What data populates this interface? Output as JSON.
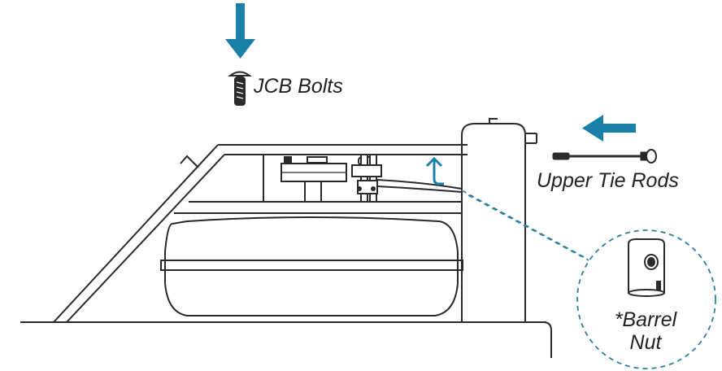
{
  "colors": {
    "accent": "#1a80a8",
    "outline": "#2a2a2a",
    "leader": "#2f7fa0"
  },
  "icons": [
    "down-arrow-icon",
    "left-arrow-icon",
    "up-arrow-icon",
    "bolt-icon",
    "tie-rod-icon",
    "barrel-nut-icon"
  ],
  "labels": {
    "jcb_bolts": "JCB Bolts",
    "upper_tie_rods": "Upper Tie Rods",
    "barrel_nut_line1": "*Barrel",
    "barrel_nut_line2": "Nut"
  }
}
